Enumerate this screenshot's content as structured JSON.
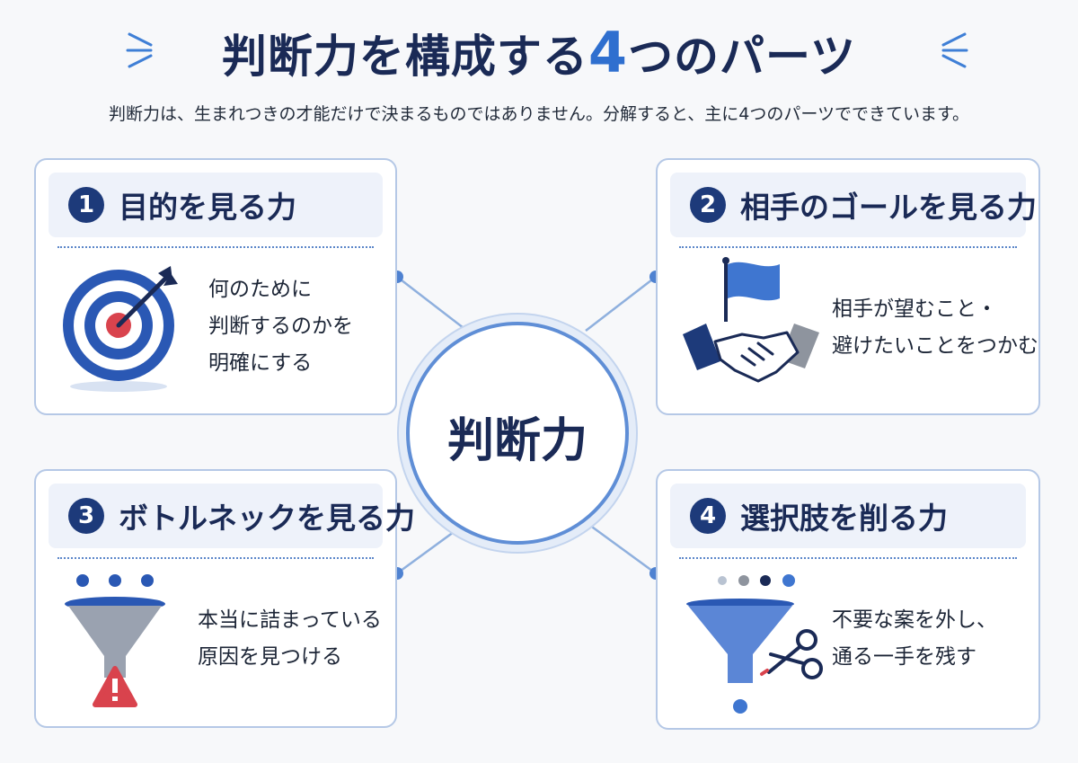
{
  "header": {
    "title_before": "判断力を構成する",
    "title_number": "4",
    "title_after": "つのパーツ",
    "subtitle": "判断力は、生まれつきの才能だけで決まるものではありません。分解すると、主に4つのパーツでできています。"
  },
  "center": {
    "label": "判断力"
  },
  "cards": [
    {
      "number": "1",
      "title": "目的を見る力",
      "icon": "target-icon",
      "desc": [
        "何のために",
        "判断するのかを",
        "明確にする"
      ]
    },
    {
      "number": "2",
      "title": "相手のゴールを見る力",
      "icon": "handshake-flag-icon",
      "desc": [
        "相手が望むこと・",
        "避けたいことをつかむ"
      ]
    },
    {
      "number": "3",
      "title": "ボトルネックを見る力",
      "icon": "funnel-warning-icon",
      "desc": [
        "本当に詰まっている",
        "原因を見つける"
      ]
    },
    {
      "number": "4",
      "title": "選択肢を削る力",
      "icon": "funnel-scissors-icon",
      "desc": [
        "不要な案を外し、",
        "通る一手を残す"
      ]
    }
  ],
  "colors": {
    "navy": "#1a2a56",
    "accent_blue": "#2f6fcf",
    "warning_red": "#d9434d",
    "card_border": "#b5c8e6"
  }
}
